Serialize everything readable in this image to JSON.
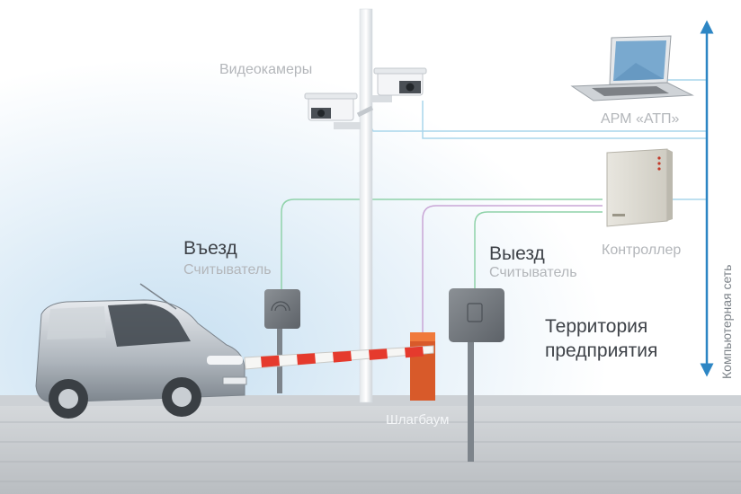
{
  "labels": {
    "cameras": "Видеокамеры",
    "workstation": "АРМ «АТП»",
    "controller": "Контроллер",
    "network": "Компьютерная сеть",
    "entry_title": "Въезд",
    "entry_reader": "Считыватель",
    "exit_title": "Выезд",
    "exit_reader": "Считыватель",
    "territory": "Территория предприятия",
    "barrier": "Шлагбаум"
  },
  "colors": {
    "network_line": "#a9d6ec",
    "entry_line": "#8fd2a9",
    "exit_line": "#8fd2a9",
    "barrier_line": "#c9a6d6",
    "network_arrow": "#2d86c4",
    "barrier_stripe_red": "#e53a2d",
    "barrier_post": "#d85a2a",
    "ground": "#c9ccd0"
  },
  "icons": {
    "camera": "cctv-camera-icon",
    "laptop": "laptop-icon",
    "controller": "controller-box-icon",
    "reader": "card-reader-icon",
    "vehicle": "van-icon",
    "barrier": "boom-barrier-icon"
  }
}
